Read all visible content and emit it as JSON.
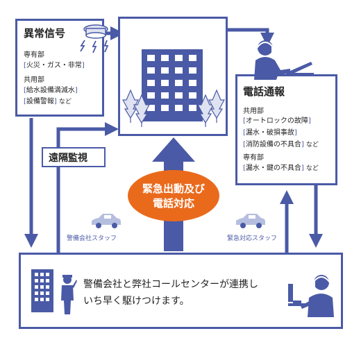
{
  "colors": {
    "main_blue": "#4a5aa6",
    "light_blue": "#b5bedf",
    "orange": "#ea6a1c",
    "tree": "#dfe3f1"
  },
  "alarm": {
    "title": "異常信号",
    "groups": [
      {
        "label": "専有部",
        "items": [
          {
            "text": "火災・ガス・非常",
            "tail": ""
          }
        ]
      },
      {
        "label": "共用部",
        "items": [
          {
            "text": "給水設備満減水",
            "tail": ""
          },
          {
            "text": "設備警報",
            "tail": "など"
          }
        ]
      }
    ]
  },
  "call": {
    "title": "電話通報",
    "groups": [
      {
        "label": "共用部",
        "items": [
          {
            "text": "オートロックの故障",
            "tail": ""
          },
          {
            "text": "漏水・破損事故",
            "tail": ""
          },
          {
            "text": "消防設備の不具合",
            "tail": "など"
          }
        ]
      },
      {
        "label": "専有部",
        "items": [
          {
            "text": "漏水・鍵の不具合",
            "tail": "など"
          }
        ]
      }
    ]
  },
  "remote": {
    "label": "遠隔監視"
  },
  "emergency": {
    "line1": "緊急出動及び",
    "line2": "電話対応"
  },
  "security_staff": "警備会社スタッフ",
  "response_staff": "緊急対応スタッフ",
  "bottom": {
    "line1": "警備会社と弊社コールセンターが連携し",
    "line2": "いち早く駆けつけます。"
  },
  "icons": [
    "smoke-detector-icon",
    "building-icon",
    "tree-icon",
    "operator-icon",
    "car-icon",
    "security-guard-icon"
  ]
}
